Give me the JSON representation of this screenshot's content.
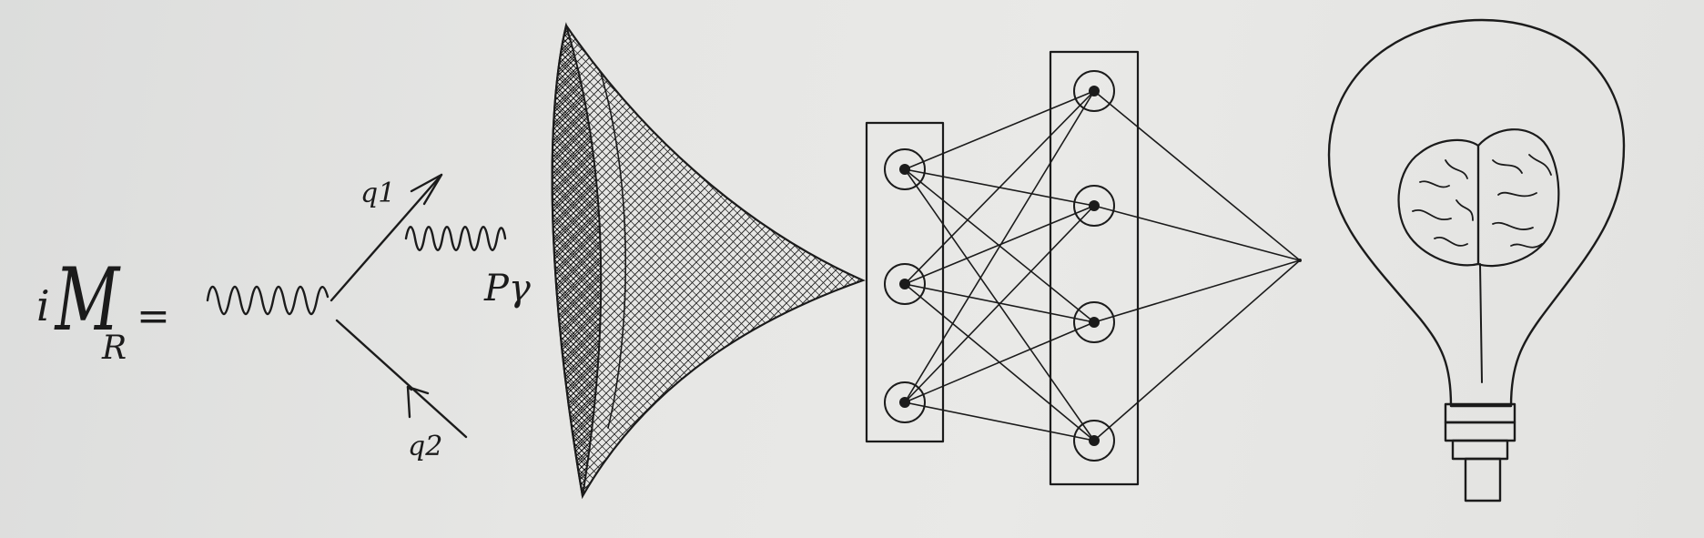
{
  "sketch": {
    "amplitude_lhs": {
      "prefix": "i",
      "symbol": "M",
      "subscript": "R",
      "equals": "="
    },
    "momentum_labels": {
      "q1": "q1",
      "q2": "q2",
      "p": "Pγ"
    },
    "network": {
      "layer_counts": [
        3,
        4,
        1
      ]
    }
  },
  "colors": {
    "paper": "#e6e6e4",
    "ink": "#1b1b1b"
  }
}
